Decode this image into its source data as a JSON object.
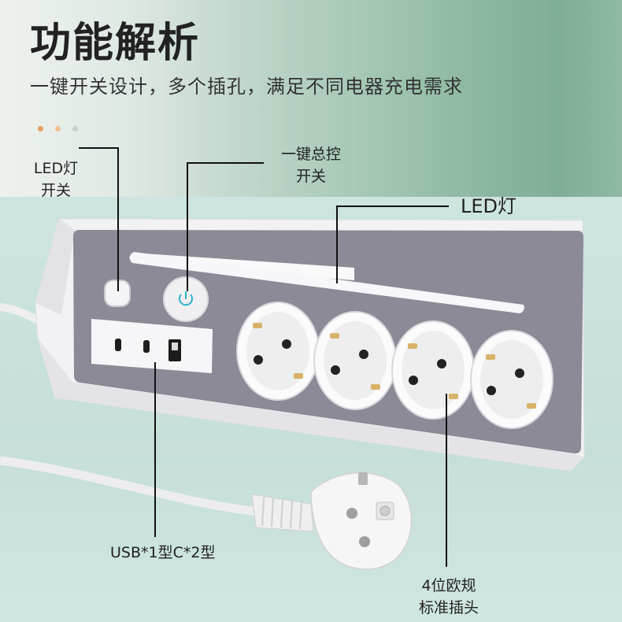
{
  "title": "功能解析",
  "subtitle": "一键开关设计，多个插孔，满足不同电器充电需求",
  "colors": {
    "accent_dot_1": "#e8a062",
    "accent_dot_2": "#f1c093",
    "accent_dot_3": "#c9d1c8",
    "panel": "#8b8a96",
    "body": "#f4f4f6",
    "led": "#ffffff"
  },
  "callouts": {
    "led_switch": {
      "line1": "LED灯",
      "line2": "开关"
    },
    "master_switch": {
      "line1": "一键总控",
      "line2": "开关"
    },
    "led_light": {
      "label": "LED灯"
    },
    "usb": {
      "label": "USB*1型C*2型"
    },
    "sockets": {
      "line1": "4位欧规",
      "line2": "标准插头"
    }
  },
  "icons": [
    "power-icon",
    "usb-c-port-icon",
    "usb-a-port-icon",
    "schuko-socket-icon",
    "plug-icon"
  ]
}
